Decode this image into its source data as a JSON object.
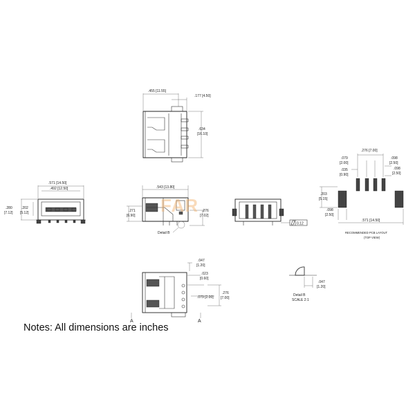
{
  "notes": "Notes: All dimensions are inches",
  "watermark": "FAR",
  "top_view": {
    "d_width": ".455 [11.55]",
    "d_tab": ".177 [4.50]",
    "d_depth_1": ".634",
    "d_depth_2": "[16.10]"
  },
  "front_view": {
    "d_outer": ".571 [14.50]",
    "d_inner": ".492 [12.50]",
    "d_height_1": ".280",
    "d_height_2": "[7.12]",
    "d_inner_height_1": ".202",
    "d_inner_height_2": "[5.12]"
  },
  "side_view": {
    "d_length": ".543 [13.80]",
    "d_height_1": ".271",
    "d_height_2": "[6.90]",
    "d_pin_1": ".276",
    "d_pin_2": "[7.02]",
    "detail_label": "Detail B"
  },
  "rear_view": {
    "flatness_value": "0.12"
  },
  "bottom_view": {
    "d_pin_1": ".047",
    "d_pin_2": "[1.20]",
    "d_pin_w_1": ".023",
    "d_pin_w_2": "[0.60]",
    "d_pitch": ".079 [2.00]",
    "d_span_1": ".276",
    "d_span_2": "[7.00]",
    "section_label": "A"
  },
  "detail_b": {
    "d_1": ".047",
    "d_2": "[1.20]",
    "title": "Detail B",
    "scale": "SCALE 2:1"
  },
  "pcb_layout": {
    "d_span": ".276 [7.00]",
    "d_079_1": ".079",
    "d_079_2": "[2.00]",
    "d_035_1": ".035",
    "d_035_2": "[0.90]",
    "d_098a_1": ".098",
    "d_098a_2": "[2.50]",
    "d_098b_1": ".098",
    "d_098b_2": "[2.50]",
    "d_203_1": ".203",
    "d_203_2": "[5.15]",
    "d_098c_1": ".098",
    "d_098c_2": "[2.50]",
    "d_width": ".571 [14.50]",
    "caption_1": "RECOMMENDED PCB LAYOUT",
    "caption_2": "(TOP VIEW)"
  }
}
